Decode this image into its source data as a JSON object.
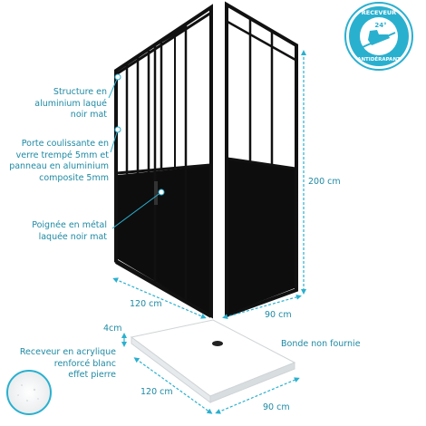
{
  "badge": {
    "top_text": "RECEVEUR",
    "angle_text": "24°",
    "bottom_text": "ANTIDÉRAPANT",
    "icon": "shoe-on-slope-icon",
    "color": "#2ab0cf"
  },
  "labels": {
    "structure": [
      "Structure en",
      "aluminium laqué",
      "noir mat"
    ],
    "porte": [
      "Porte coulissante en",
      "verre trempé 5mm et",
      "panneau en aluminium",
      "composite 5mm"
    ],
    "poignee": [
      "Poignée en métal",
      "laquée noir mat"
    ],
    "receveur": [
      "Receveur en acrylique",
      "renforcé blanc",
      "effet pierre"
    ],
    "bonde": "Bonde non fournie"
  },
  "dimensions": {
    "height": "200 cm",
    "enclosure_width": "120 cm",
    "enclosure_depth": "90 cm",
    "tray_height": "4cm",
    "tray_width": "120 cm",
    "tray_depth": "90 cm"
  },
  "colors": {
    "accent": "#1e8aa4",
    "frame": "#111111",
    "glass": "#ffffff",
    "panel": "#0d0d0d"
  }
}
